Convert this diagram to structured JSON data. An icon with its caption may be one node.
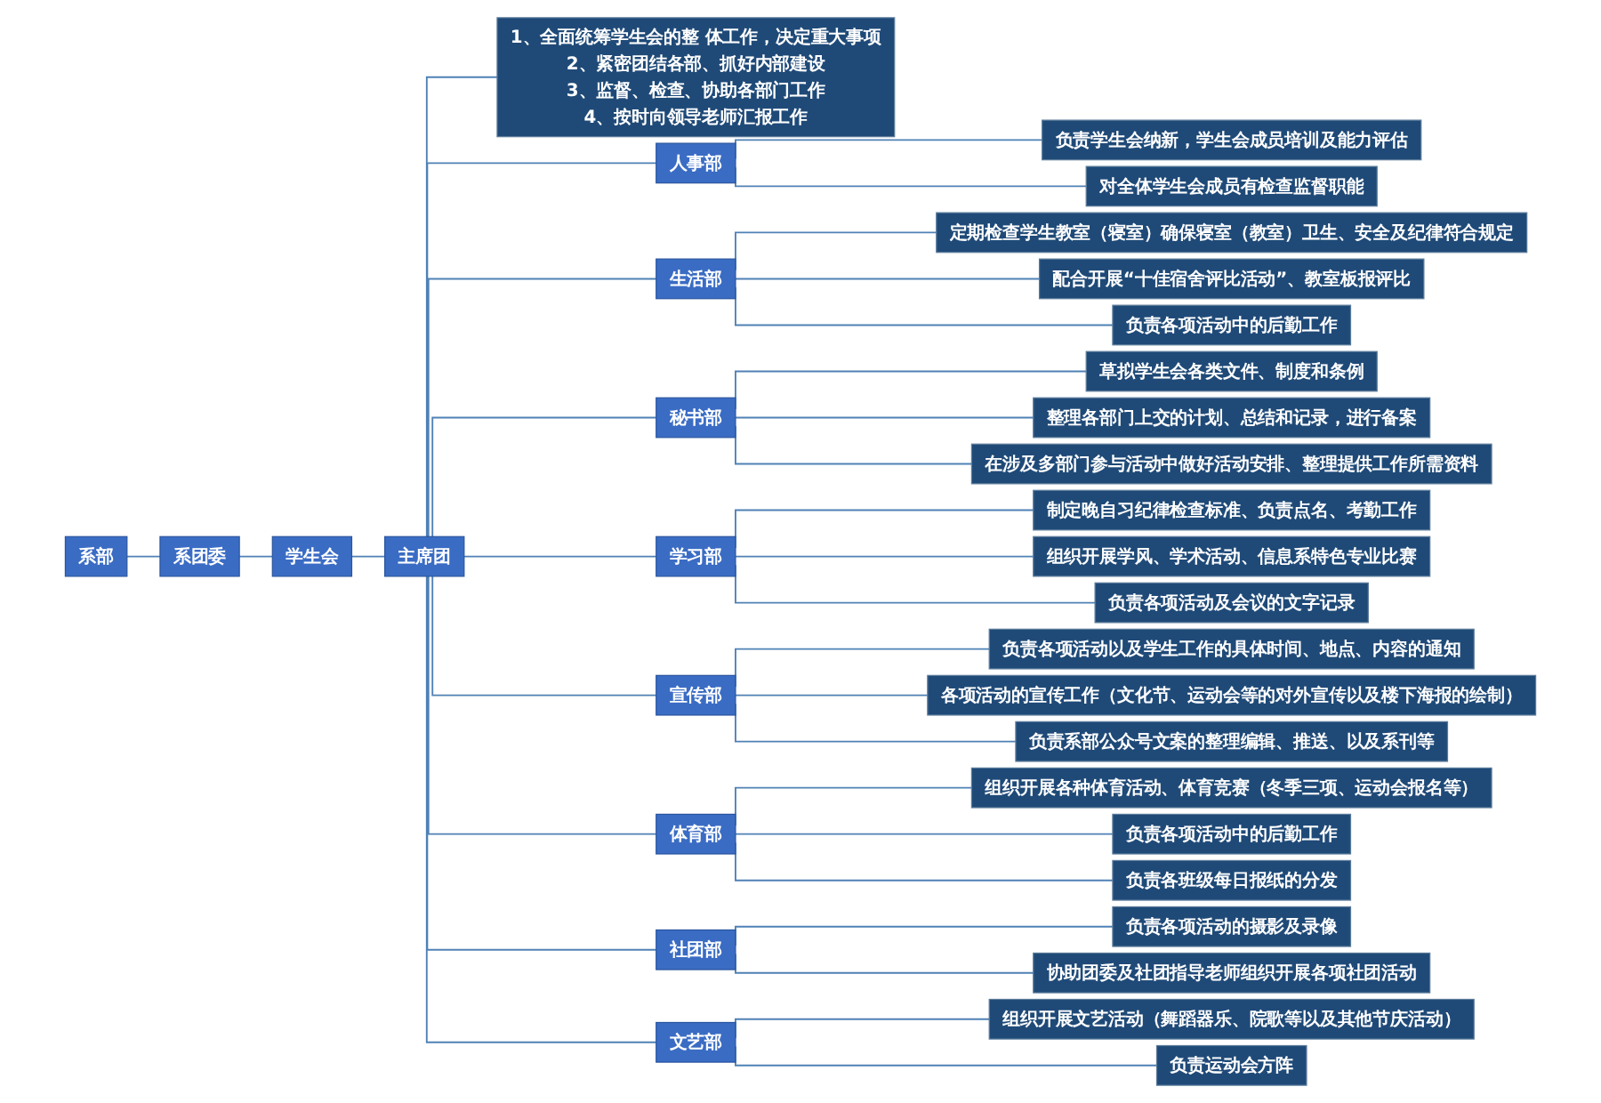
{
  "diagram": {
    "nodes": [
      {
        "text": [
          "系部"
        ]
      },
      {
        "text": [
          "系团委"
        ]
      },
      {
        "text": [
          "学生会"
        ]
      },
      {
        "text": [
          "主席团"
        ]
      },
      {
        "text": [
          "1、全面统筹学生会的整 体工作，决定重大事项",
          "2、紧密团结各部、抓好内部建设",
          "3、监督、检查、协助各部门工作",
          "4、按时向领导老师汇报工作"
        ]
      },
      {
        "text": [
          "人事部"
        ]
      },
      {
        "text": [
          "负责学生会纳新，学生会成员培训及能力评估"
        ]
      },
      {
        "text": [
          "对全体学生会成员有检查监督职能"
        ]
      },
      {
        "text": [
          "生活部"
        ]
      },
      {
        "text": [
          "定期检查学生教室（寝室）确保寝室（教室）卫生、安全及纪律符合规定"
        ]
      },
      {
        "text": [
          "配合开展“十佳宿舍评比活动”、教室板报评比"
        ]
      },
      {
        "text": [
          "负责各项活动中的后勤工作"
        ]
      },
      {
        "text": [
          "秘书部"
        ]
      },
      {
        "text": [
          "草拟学生会各类文件、制度和条例"
        ]
      },
      {
        "text": [
          "整理各部门上交的计划、总结和记录，进行备案"
        ]
      },
      {
        "text": [
          "在涉及多部门参与活动中做好活动安排、整理提供工作所需资料"
        ]
      },
      {
        "text": [
          "学习部"
        ]
      },
      {
        "text": [
          "制定晚自习纪律检查标准、负责点名、考勤工作"
        ]
      },
      {
        "text": [
          "组织开展学风、学术活动、信息系特色专业比赛"
        ]
      },
      {
        "text": [
          "负责各项活动及会议的文字记录"
        ]
      },
      {
        "text": [
          "宣传部"
        ]
      },
      {
        "text": [
          "负责各项活动以及学生工作的具体时间、地点、内容的通知"
        ]
      },
      {
        "text": [
          "各项活动的宣传工作（文化节、运动会等的对外宣传以及楼下海报的绘制）"
        ]
      },
      {
        "text": [
          "负责系部公众号文案的整理编辑、推送、以及系刊等"
        ]
      },
      {
        "text": [
          "体育部"
        ]
      },
      {
        "text": [
          "组织开展各种体育活动、体育竞赛（冬季三项、运动会报名等）"
        ]
      },
      {
        "text": [
          "负责各项活动中的后勤工作"
        ]
      },
      {
        "text": [
          "负责各班级每日报纸的分发"
        ]
      },
      {
        "text": [
          "社团部"
        ]
      },
      {
        "text": [
          "负责各项活动的摄影及录像"
        ]
      },
      {
        "text": [
          "协助团委及社团指导老师组织开展各项社团活动"
        ]
      },
      {
        "text": [
          "文艺部"
        ]
      },
      {
        "text": [
          "组织开展文艺活动（舞蹈器乐、院歌等以及其他节庆活动）"
        ]
      },
      {
        "text": [
          "负责运动会方阵"
        ]
      }
    ],
    "edges": [
      {
        "from": 0,
        "to": 1,
        "arrow": "none"
      },
      {
        "from": 1,
        "to": 2,
        "arrow": "none"
      },
      {
        "from": 2,
        "to": 3,
        "arrow": "none"
      },
      {
        "from": 3,
        "to": 4,
        "arrow": "none"
      },
      {
        "from": 3,
        "to": 5,
        "arrow": "none"
      },
      {
        "from": 5,
        "to": 6,
        "arrow": "none"
      },
      {
        "from": 5,
        "to": 7,
        "arrow": "none"
      },
      {
        "from": 3,
        "to": 8,
        "arrow": "none"
      },
      {
        "from": 8,
        "to": 9,
        "arrow": "none"
      },
      {
        "from": 8,
        "to": 10,
        "arrow": "none"
      },
      {
        "from": 8,
        "to": 11,
        "arrow": "none"
      },
      {
        "from": 3,
        "to": 12,
        "arrow": "none"
      },
      {
        "from": 12,
        "to": 13,
        "arrow": "none"
      },
      {
        "from": 12,
        "to": 14,
        "arrow": "none"
      },
      {
        "from": 12,
        "to": 15,
        "arrow": "none"
      },
      {
        "from": 3,
        "to": 16,
        "arrow": "none"
      },
      {
        "from": 16,
        "to": 17,
        "arrow": "none"
      },
      {
        "from": 16,
        "to": 18,
        "arrow": "none"
      },
      {
        "from": 16,
        "to": 19,
        "arrow": "none"
      },
      {
        "from": 3,
        "to": 20,
        "arrow": "none"
      },
      {
        "from": 20,
        "to": 21,
        "arrow": "none"
      },
      {
        "from": 20,
        "to": 22,
        "arrow": "none"
      },
      {
        "from": 20,
        "to": 23,
        "arrow": "none"
      },
      {
        "from": 3,
        "to": 24,
        "arrow": "none"
      },
      {
        "from": 24,
        "to": 25,
        "arrow": "none"
      },
      {
        "from": 24,
        "to": 26,
        "arrow": "none"
      },
      {
        "from": 24,
        "to": 27,
        "arrow": "none"
      },
      {
        "from": 3,
        "to": 28,
        "arrow": "none"
      },
      {
        "from": 28,
        "to": 29,
        "arrow": "none"
      },
      {
        "from": 28,
        "to": 30,
        "arrow": "none"
      },
      {
        "from": 3,
        "to": 31,
        "arrow": "none"
      },
      {
        "from": 31,
        "to": 32,
        "arrow": "none"
      },
      {
        "from": 31,
        "to": 33,
        "arrow": "none"
      }
    ]
  }
}
